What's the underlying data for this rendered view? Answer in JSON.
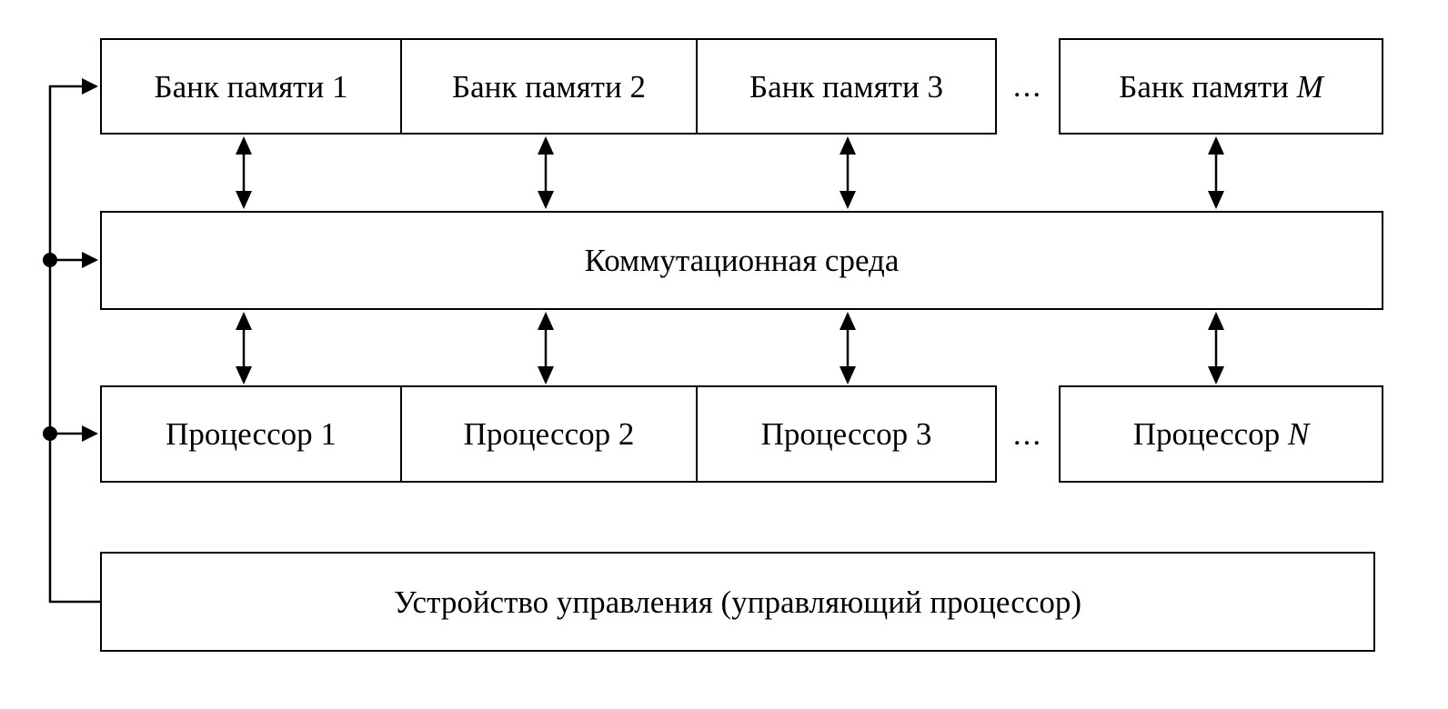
{
  "diagram": {
    "memory_row": {
      "boxes": [
        {
          "label": "Банк памяти 1"
        },
        {
          "label": "Банк памяти 2"
        },
        {
          "label": "Банк памяти 3"
        }
      ],
      "ellipsis": "...",
      "last_box": {
        "label": "Банк памяти",
        "var": "M"
      }
    },
    "switch_box": {
      "label": "Коммутационная среда"
    },
    "processor_row": {
      "boxes": [
        {
          "label": "Процессор 1"
        },
        {
          "label": "Процессор 2"
        },
        {
          "label": "Процессор 3"
        }
      ],
      "ellipsis": "...",
      "last_box": {
        "label": "Процессор",
        "var": "N"
      }
    },
    "control_box": {
      "label": "Устройство управления (управляющий процессор)"
    },
    "colors": {
      "line": "#000000",
      "background": "#ffffff"
    }
  }
}
